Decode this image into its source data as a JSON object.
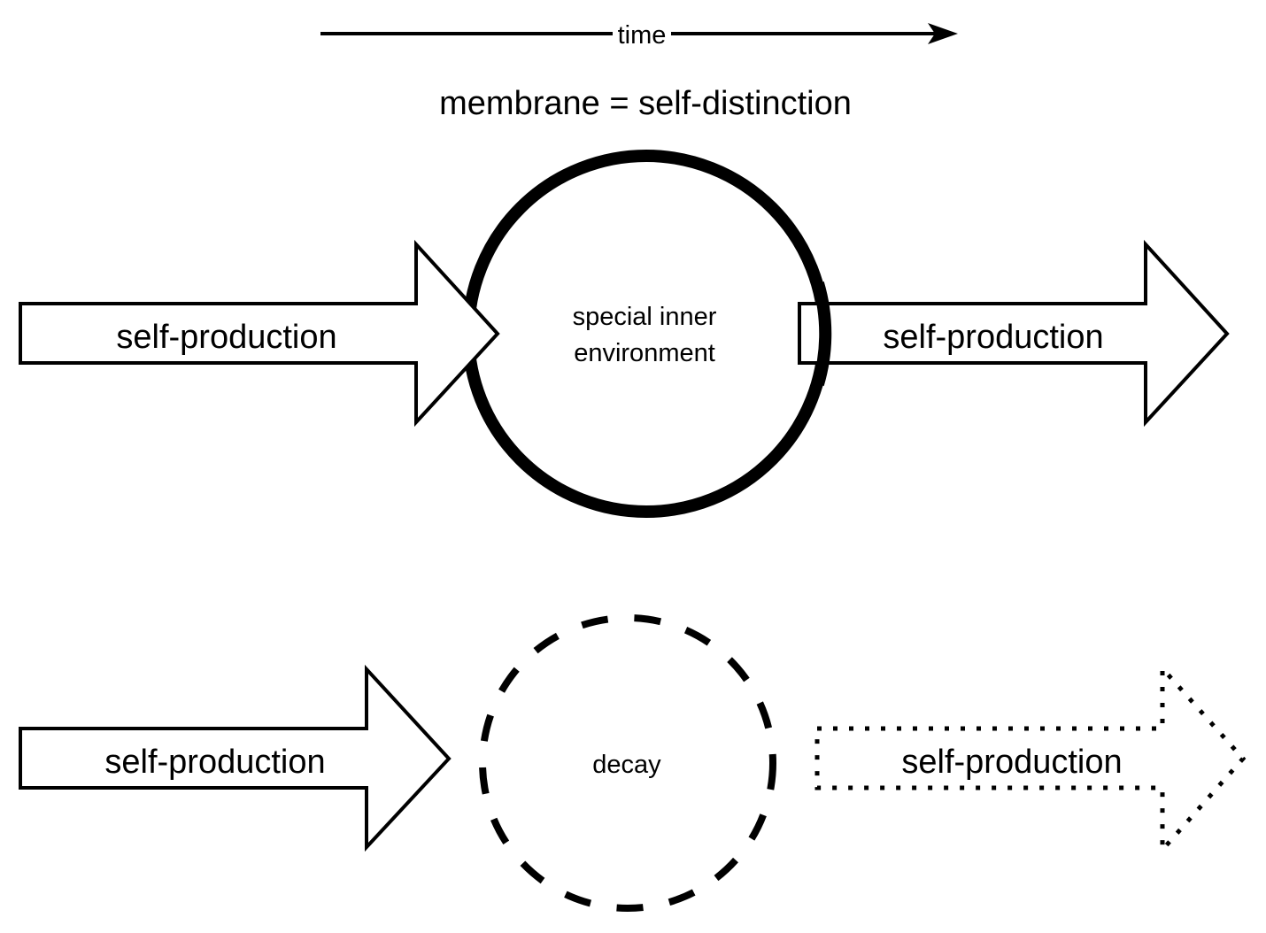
{
  "time_axis": {
    "label": "time",
    "direction": "left-to-right"
  },
  "header": {
    "title": "membrane = self-distinction"
  },
  "top_row": {
    "left_arrow": {
      "label": "self-production",
      "style": "solid"
    },
    "membrane_circle": {
      "label_line1": "special inner",
      "label_line2": "environment",
      "style": "solid-thick"
    },
    "right_arrow": {
      "label": "self-production",
      "style": "solid"
    }
  },
  "bottom_row": {
    "left_arrow": {
      "label": "self-production",
      "style": "solid"
    },
    "decay_circle": {
      "label": "decay",
      "style": "dashed"
    },
    "right_arrow": {
      "label": "self-production",
      "style": "dotted"
    }
  },
  "colors": {
    "stroke": "#000000",
    "fill": "#ffffff"
  }
}
